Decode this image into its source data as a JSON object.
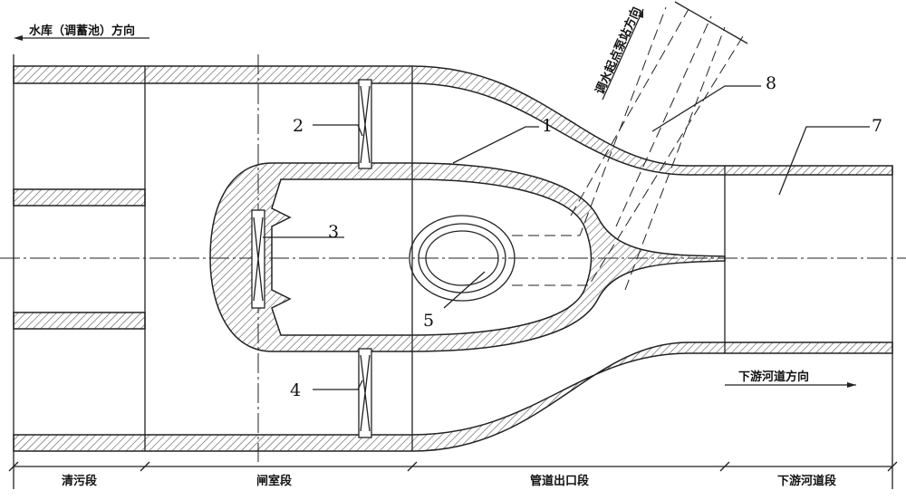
{
  "directions": {
    "reservoir": "水库（调蓄池）方向",
    "pump_station": "调水起点泵站方向",
    "downstream": "下游河道方向"
  },
  "callouts": [
    "1",
    "2",
    "3",
    "4",
    "5",
    "7",
    "8"
  ],
  "sections": [
    "清污段",
    "闸室段",
    "管道出口段",
    "下游河道段"
  ]
}
